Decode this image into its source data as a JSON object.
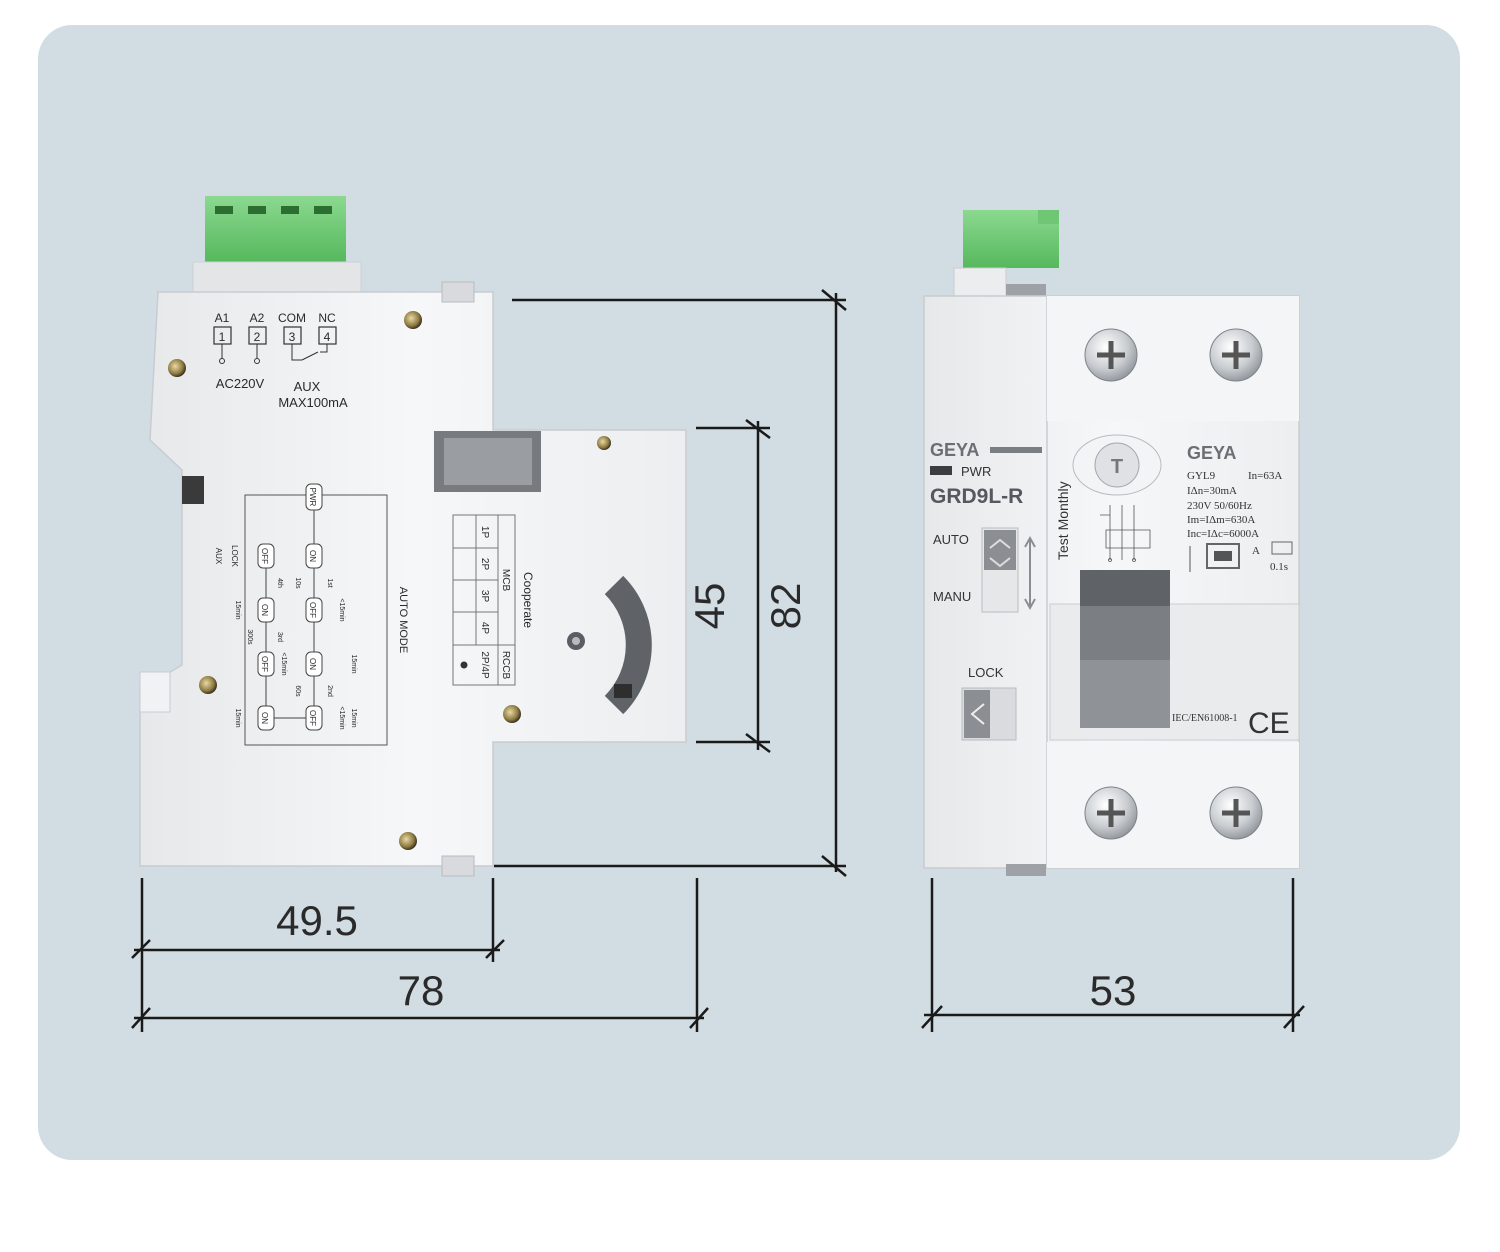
{
  "dimensions": {
    "side_height": "82",
    "side_module_height": "45",
    "side_depth_front": "49.5",
    "side_depth_total": "78",
    "front_width": "53"
  },
  "side_view": {
    "terminal_labels": [
      "A1",
      "A2",
      "COM",
      "NC"
    ],
    "terminal_numbers": [
      "1",
      "2",
      "3",
      "4"
    ],
    "supply_label": "AC220V",
    "aux_label": "AUX",
    "aux_rating": "MAX100mA",
    "auto_mode_title": "AUTO MODE",
    "flow_nodes": [
      "PWR",
      "ON",
      "OFF",
      "ON",
      "OFF",
      "ON",
      "OFF",
      "ON",
      "OFF"
    ],
    "flow_notes": [
      "1st",
      "10s",
      "2nd",
      "60s",
      "3rd",
      "300s",
      "4th",
      "<15min",
      "<15min",
      "<15min",
      "15min",
      "15min",
      "15min",
      "15min"
    ],
    "lock_label": "LOCK",
    "aux_switch_label": "AUX",
    "cooperate_title": "Cooperate",
    "cooperate_cols": [
      "MCB",
      "RCCB"
    ],
    "cooperate_mcb_rows": [
      "1P",
      "2P",
      "3P",
      "4P"
    ],
    "cooperate_rccb_value": "2P/4P"
  },
  "front_view": {
    "brand_left": "GEYA",
    "pwr_label": "PWR",
    "model": "GRD9L-R",
    "auto_label": "AUTO",
    "manu_label": "MANU",
    "lock_label": "LOCK",
    "test_button": "T",
    "test_note": "Test Monthly",
    "brand_right": "GEYA",
    "spec_model": "GYL9",
    "spec_in": "In=63A",
    "spec_idn": "IΔn=30mA",
    "spec_voltage": "230V  50/60Hz",
    "spec_im": "Im=IΔm=630A",
    "spec_inc": "Inc=IΔc=6000A",
    "spec_type": "A",
    "spec_time": "0.1s",
    "standard": "IEC/EN61008-1",
    "ce_mark": "CE"
  }
}
